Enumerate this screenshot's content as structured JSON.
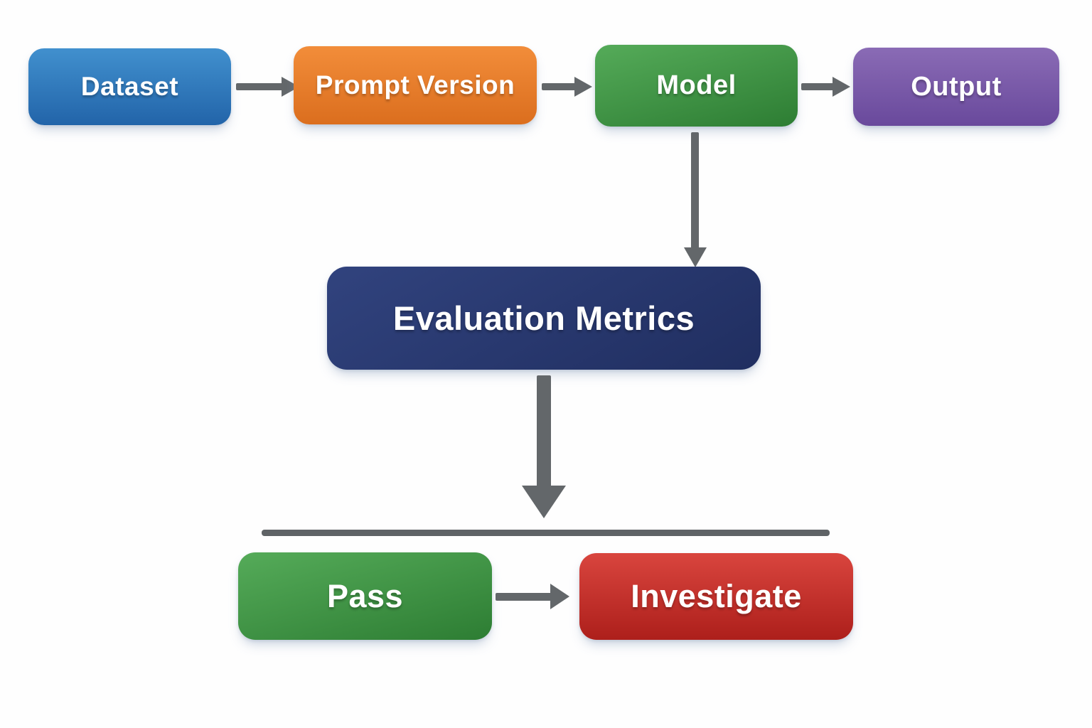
{
  "diagram": {
    "type": "flowchart",
    "background_color": "#ffffff",
    "connector_color": "#63676a",
    "divider_color": "#5f6366",
    "nodes": {
      "dataset": {
        "label": "Dataset",
        "color_top": "#4190ce",
        "color_bottom": "#2264a9"
      },
      "prompt_version": {
        "label": "Prompt Version",
        "color_top": "#f28d3a",
        "color_bottom": "#db6e1e"
      },
      "model": {
        "label": "Model",
        "color_top": "#55ab59",
        "color_bottom": "#2d7d33"
      },
      "output": {
        "label": "Output",
        "color_top": "#8a6bb5",
        "color_bottom": "#69499c"
      },
      "evaluation_metrics": {
        "label": "Evaluation Metrics",
        "color_top": "#31437e",
        "color_bottom": "#202e60"
      },
      "pass": {
        "label": "Pass",
        "color_top": "#55ab59",
        "color_bottom": "#2d7d33"
      },
      "investigate": {
        "label": "Investigate",
        "color_top": "#d9453e",
        "color_bottom": "#ad1f1b"
      }
    },
    "connections": [
      {
        "from": "Dataset",
        "to": "Prompt Version"
      },
      {
        "from": "Prompt Version",
        "to": "Model"
      },
      {
        "from": "Model",
        "to": "Output"
      },
      {
        "from": "Model",
        "to": "Evaluation Metrics"
      },
      {
        "from": "Evaluation Metrics",
        "to": "Outcome divider"
      },
      {
        "from": "Pass",
        "to": "Investigate"
      }
    ]
  }
}
